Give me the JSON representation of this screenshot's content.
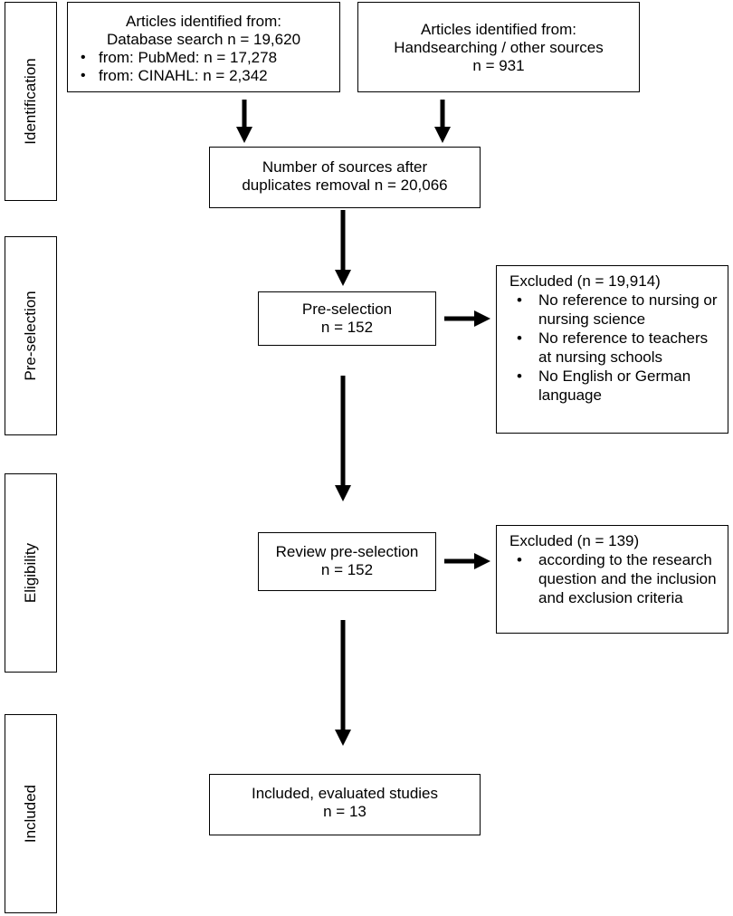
{
  "stages": [
    "Identification",
    "Pre-selection",
    "Eligibility",
    "Included"
  ],
  "boxes": {
    "db_search": {
      "line1": "Articles identified from:",
      "line2": "Database search n = 19,620",
      "bullets": [
        "from: PubMed: n = 17,278",
        "from: CINAHL: n = 2,342"
      ]
    },
    "other_sources": {
      "line1": "Articles identified from:",
      "line2": "Handsearching / other sources",
      "line3": "n = 931"
    },
    "duplicates": {
      "line1": "Number of sources after",
      "line2": "duplicates removal n = 20,066"
    },
    "preselection": {
      "line1": "Pre-selection",
      "line2": "n = 152"
    },
    "excluded1": {
      "title": "Excluded (n = 19,914)",
      "items": [
        "No reference to nursing or nursing science",
        "No reference to teachers at nursing schools",
        "No English or German language"
      ]
    },
    "review": {
      "line1": "Review pre-selection",
      "line2": "n = 152"
    },
    "excluded2": {
      "title": "Excluded (n = 139)",
      "items": [
        "according to the research question and the inclusion and exclusion criteria"
      ]
    },
    "included": {
      "line1": "Included, evaluated studies",
      "line2": "n = 13"
    }
  }
}
